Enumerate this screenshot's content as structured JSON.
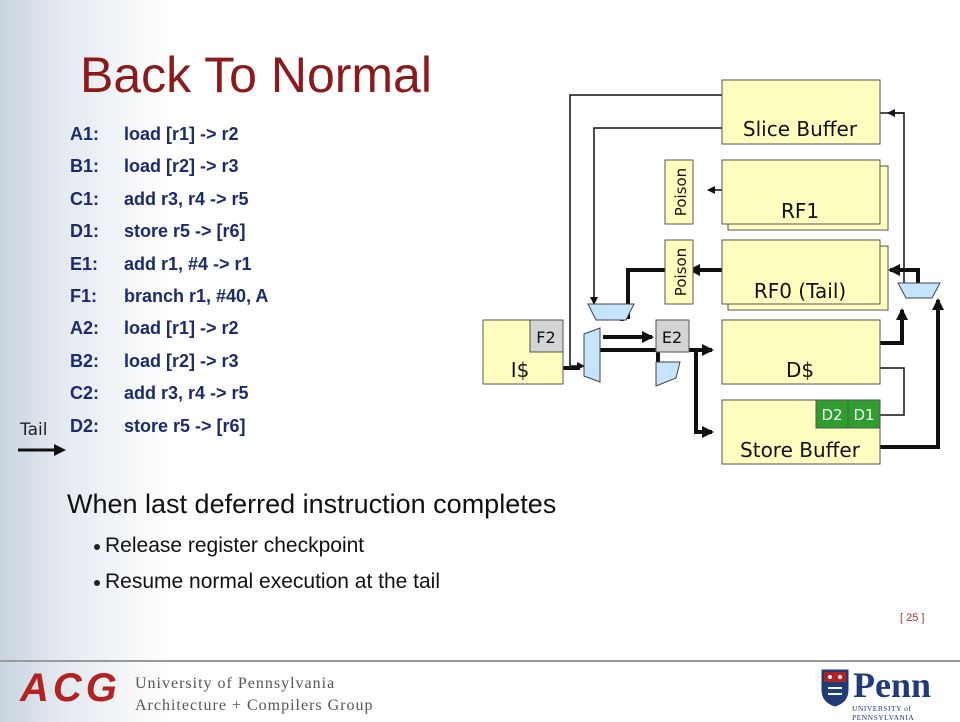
{
  "title": "Back To Normal",
  "code": [
    {
      "label": "A1:",
      "instr": "load [r1] -> r2"
    },
    {
      "label": "B1:",
      "instr": "load [r2] -> r3"
    },
    {
      "label": "C1:",
      "instr": "add r3, r4 -> r5"
    },
    {
      "label": "D1:",
      "instr": "store r5 -> [r6]"
    },
    {
      "label": "E1:",
      "instr": "add r1, #4 -> r1"
    },
    {
      "label": "F1:",
      "instr": "branch r1, #40, A"
    },
    {
      "label": "A2:",
      "instr": "load [r1] -> r2"
    },
    {
      "label": "B2:",
      "instr": "load [r2] -> r3"
    },
    {
      "label": "C2:",
      "instr": "add r3, r4 -> r5"
    },
    {
      "label": "D2:",
      "instr": "store r5 -> [r6]"
    }
  ],
  "tail_label": "Tail",
  "headline": "When last deferred instruction completes",
  "bullets": [
    "Release register checkpoint",
    "Resume normal execution at the tail"
  ],
  "diagram": {
    "slice_buffer": "Slice Buffer",
    "rf1": "RF1",
    "rf0": "RF0 (Tail)",
    "poison_top": "Poison",
    "poison_bottom": "Poison",
    "icache": "I$",
    "dcache": "D$",
    "f2": "F2",
    "e2": "E2",
    "store_buffer": "Store Buffer",
    "d2": "D2",
    "d1": "D1",
    "box_color": "#ffffbf",
    "stage_color": "#d4d4d4",
    "green": "#2e9e2e"
  },
  "page_number": "[ 25 ]",
  "footer": {
    "acg": "ACG",
    "upenn_line1": "University of Pennsylvania",
    "upenn_line2": "Architecture + Compilers Group",
    "penn": "Penn",
    "penn_sub": "UNIVERSITY of PENNSYLVANIA"
  }
}
